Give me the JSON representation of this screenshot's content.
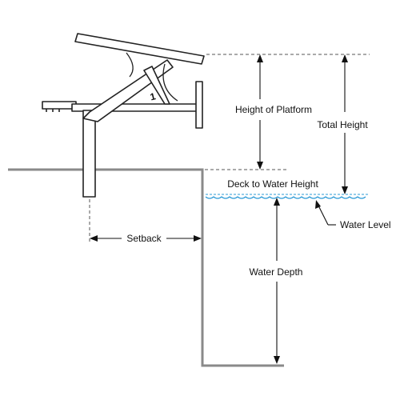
{
  "labels": {
    "height_of_platform": "Height of Platform",
    "total_height": "Total Height",
    "deck_to_water_height": "Deck to Water Height",
    "water_level": "Water Level",
    "setback": "Setback",
    "water_depth": "Water Depth",
    "platform_number": "1"
  },
  "colors": {
    "pool_wall": "#8a8a8a",
    "water_surface": "#2e9bd6",
    "line": "#111111"
  }
}
